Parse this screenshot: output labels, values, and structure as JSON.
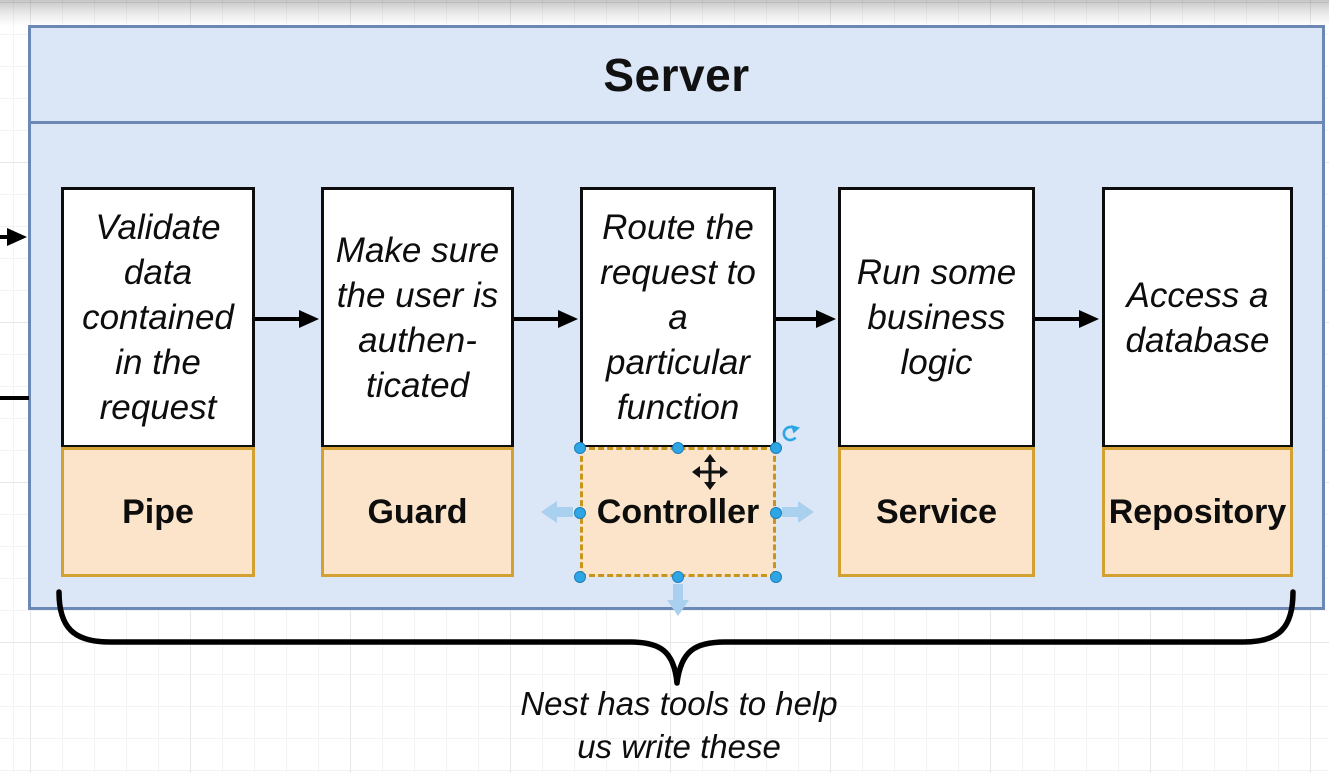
{
  "server": {
    "title": "Server"
  },
  "stages": [
    {
      "label": "Pipe",
      "description": [
        "Validate",
        "data",
        "contained",
        "in the",
        "request"
      ]
    },
    {
      "label": "Guard",
      "description": [
        "Make sure",
        "the user is",
        "authen-",
        "ticated"
      ]
    },
    {
      "label": "Controller",
      "description": [
        "Route the",
        "request to",
        "a",
        "particular",
        "function"
      ],
      "selected": true
    },
    {
      "label": "Service",
      "description": [
        "Run some",
        "business",
        "logic"
      ]
    },
    {
      "label": "Repository",
      "description": [
        "Access a",
        "database"
      ]
    }
  ],
  "caption": {
    "lines": [
      "Nest has tools to help",
      "us write these"
    ]
  },
  "selection": {
    "target": "Controller",
    "icons": [
      "rotate-icon",
      "move-icon",
      "clone-left-arrow-icon",
      "clone-right-arrow-icon",
      "clone-down-arrow-icon"
    ],
    "handle_count": 8
  },
  "colors": {
    "container_fill": "#dbe7f7",
    "container_border": "#6c88b5",
    "stage_fill": "#fbe4c9",
    "stage_border": "#d3a032",
    "box_fill": "#ffffff",
    "box_border": "#0d0d0d",
    "arrow": "#000000",
    "selection_handle": "#2ea6e6",
    "selection_clone_arrow": "#a9d0ee"
  }
}
